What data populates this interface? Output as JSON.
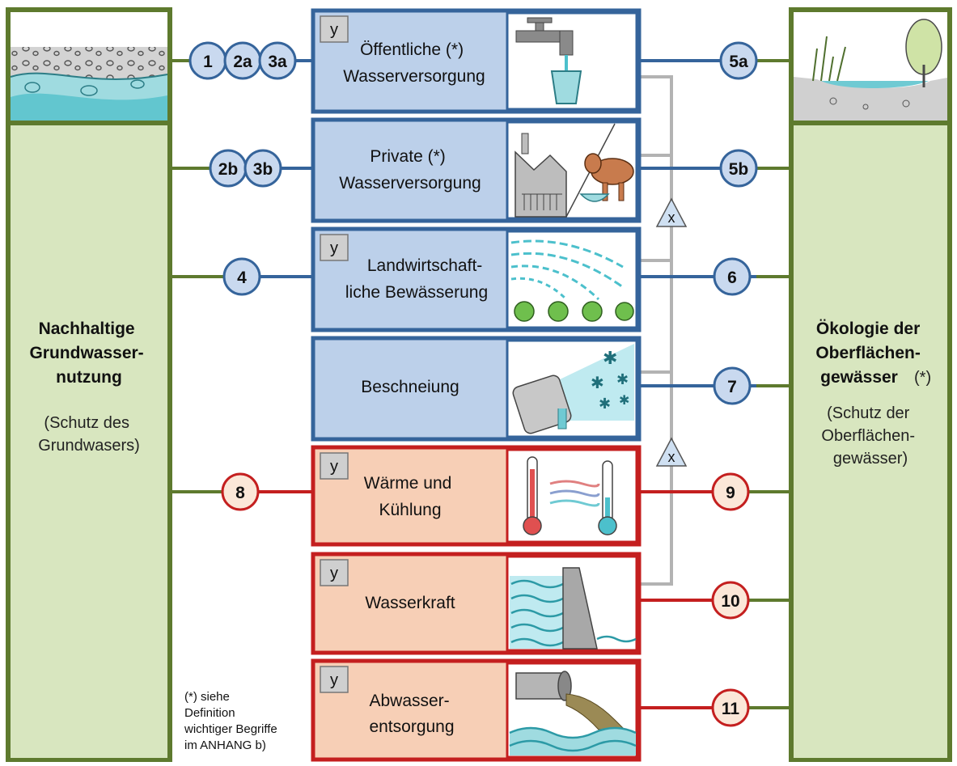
{
  "left_panel": {
    "title_lines": [
      "Nachhaltige",
      "Grundwasser-",
      "nutzung"
    ],
    "subtitle_lines": [
      "(Schutz des",
      "Grundwasers)"
    ]
  },
  "right_panel": {
    "title_lines": [
      "Ökologie der",
      "Oberflächen-",
      "gewässer"
    ],
    "title_suffix": "(*)",
    "subtitle_lines": [
      "(Schutz der",
      "Oberflächen-",
      "gewässer)"
    ]
  },
  "footnote_lines": [
    "(*) siehe",
    "Definition",
    "wichtiger Begriffe",
    "im ANHANG  b)"
  ],
  "tag_label": "y",
  "x_label": "x",
  "boxes": [
    {
      "lines": [
        "Öffentliche (*)",
        "Wasserversorgung"
      ],
      "tag": true,
      "color": "blue",
      "icon": "water-tap-icon",
      "left_nums": [
        "1",
        "2a",
        "3a"
      ],
      "right_num": "5a"
    },
    {
      "lines": [
        "Private (*)",
        "Wasserversorgung"
      ],
      "tag": false,
      "color": "blue",
      "icon": "factory-cow-icon",
      "left_nums": [
        "2b",
        "3b"
      ],
      "right_num": "5b"
    },
    {
      "lines": [
        "Landwirtschaft-",
        "liche Bewässerung"
      ],
      "tag": true,
      "color": "blue",
      "icon": "irrigation-icon",
      "left_nums": [
        "4"
      ],
      "right_num": "6"
    },
    {
      "lines": [
        "Beschneiung"
      ],
      "tag": false,
      "color": "blue",
      "icon": "snow-cannon-icon",
      "left_nums": [],
      "right_num": "7"
    },
    {
      "lines": [
        "Wärme und",
        "Kühlung"
      ],
      "tag": true,
      "color": "red",
      "icon": "thermometer-icon",
      "left_nums": [
        "8"
      ],
      "right_num": "9"
    },
    {
      "lines": [
        "Wasserkraft"
      ],
      "tag": true,
      "color": "red",
      "icon": "hydropower-dam-icon",
      "left_nums": [],
      "right_num": "10"
    },
    {
      "lines": [
        "Abwasser-",
        "entsorgung"
      ],
      "tag": true,
      "color": "red",
      "icon": "wastewater-pipe-icon",
      "left_nums": [],
      "right_num": "11"
    }
  ],
  "colors": {
    "panel_green": "#5e7a2e",
    "panel_fill": "#d8e6bf",
    "blue_border": "#35649b",
    "blue_fill": "#bcd0ea",
    "red_border": "#c41f1f",
    "red_fill": "#f7cfb6",
    "blue_circle": "#c9d9ef",
    "red_circle": "#fbe7d8",
    "gray_line": "#b3b3b3"
  }
}
